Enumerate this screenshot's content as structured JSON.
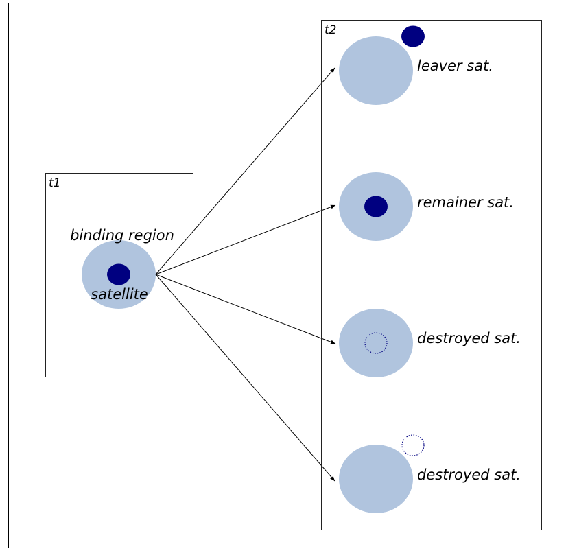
{
  "colors": {
    "region": "#b0c4de",
    "satellite": "#000080",
    "border": "#222222"
  },
  "panels": {
    "t1": {
      "label": "t1",
      "region_label": "binding region",
      "satellite_label": "satellite"
    },
    "t2": {
      "label": "t2",
      "outcomes": [
        {
          "label": "leaver sat.",
          "satellite": "outside"
        },
        {
          "label": "remainer sat.",
          "satellite": "inside"
        },
        {
          "label": "destroyed sat.",
          "satellite": "dotted-inside"
        },
        {
          "label": "destroyed sat.",
          "satellite": "dotted-outside"
        }
      ]
    }
  }
}
